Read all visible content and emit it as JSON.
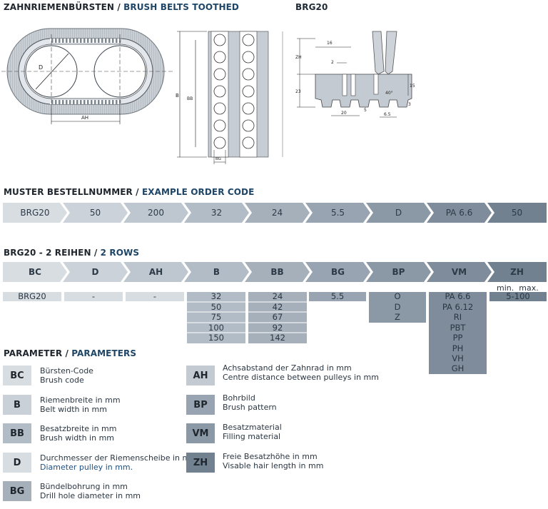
{
  "title_de": "ZAHNRIEMENBÜRSTEN / ",
  "title_en": "BRUSH BELTS TOOTHED",
  "model_title": "BRG20",
  "drawing": {
    "label_d": "D",
    "label_ah": "AH",
    "label_b": "B",
    "label_bb": "BB",
    "label_bg": "BG",
    "dim_zh": "ZH",
    "dim_16": "16",
    "dim_2": "2",
    "dim_23": "23",
    "dim_15": "15",
    "dim_40": "40°",
    "dim_20": "20",
    "dim_5": "5",
    "dim_65": "6.5",
    "dim_3": "3"
  },
  "order_heading_de": "MUSTER BESTELLNUMMER / ",
  "order_heading_en": "EXAMPLE ORDER CODE",
  "order_code": [
    "BRG20",
    "50",
    "200",
    "32",
    "24",
    "5.5",
    "D",
    "PA 6.6",
    "50"
  ],
  "rows_heading_de": "BRG20 - 2 REIHEN / ",
  "rows_heading_en": "2 ROWS",
  "columns": [
    "BC",
    "D",
    "AH",
    "B",
    "BB",
    "BG",
    "BP",
    "VM",
    "ZH"
  ],
  "zh_sub": "min.  max.",
  "table": {
    "BC": [
      "BRG20"
    ],
    "D": [
      "-"
    ],
    "AH": [
      "-"
    ],
    "B": [
      "32",
      "50",
      "75",
      "100",
      "150"
    ],
    "BB": [
      "24",
      "42",
      "67",
      "92",
      "142"
    ],
    "BG": [
      "5.5"
    ],
    "BP": [
      "O",
      "D",
      "Z"
    ],
    "VM": [
      "PA 6.6",
      "PA 6.12",
      "RI",
      "PBT",
      "PP",
      "PH",
      "VH",
      "GH"
    ],
    "ZH": [
      "5-100"
    ]
  },
  "params_heading_de": "PARAMETER / ",
  "params_heading_en": "PARAMETERS",
  "params": {
    "BC": {
      "code": "BC",
      "de": "Bürsten-Code",
      "en": "Brush code"
    },
    "B": {
      "code": "B",
      "de": "Riemenbreite in mm",
      "en": "Belt width in mm"
    },
    "BB": {
      "code": "BB",
      "de": "Besatzbreite in mm",
      "en": "Brush width in mm"
    },
    "D": {
      "code": "D",
      "de": "Durchmesser der Riemenscheibe in mm",
      "en": "Diameter pulley in mm."
    },
    "BG": {
      "code": "BG",
      "de": "Bündelbohrung in mm",
      "en": "Drill hole diameter in mm"
    },
    "AH": {
      "code": "AH",
      "de": "Achsabstand der Zahnrad in mm",
      "en": "Centre distance between pulleys in mm"
    },
    "BP": {
      "code": "BP",
      "de": "Bohrbild",
      "en": "Brush pattern"
    },
    "VM": {
      "code": "VM",
      "de": "Besatzmaterial",
      "en": "Filling material"
    },
    "ZH": {
      "code": "ZH",
      "de": "Freie Besatzhöhe in mm",
      "en": "Visable hair length in mm"
    }
  },
  "colors": {
    "c1": "#d8dde2",
    "c2": "#cbd2d9",
    "c3": "#bec7cf",
    "c4": "#b2bcc6",
    "c5": "#a5b0bb",
    "c6": "#98a4b1",
    "c7": "#8b98a6",
    "c8": "#7f8c9b",
    "c9": "#718190",
    "accent": "#1e4566"
  }
}
